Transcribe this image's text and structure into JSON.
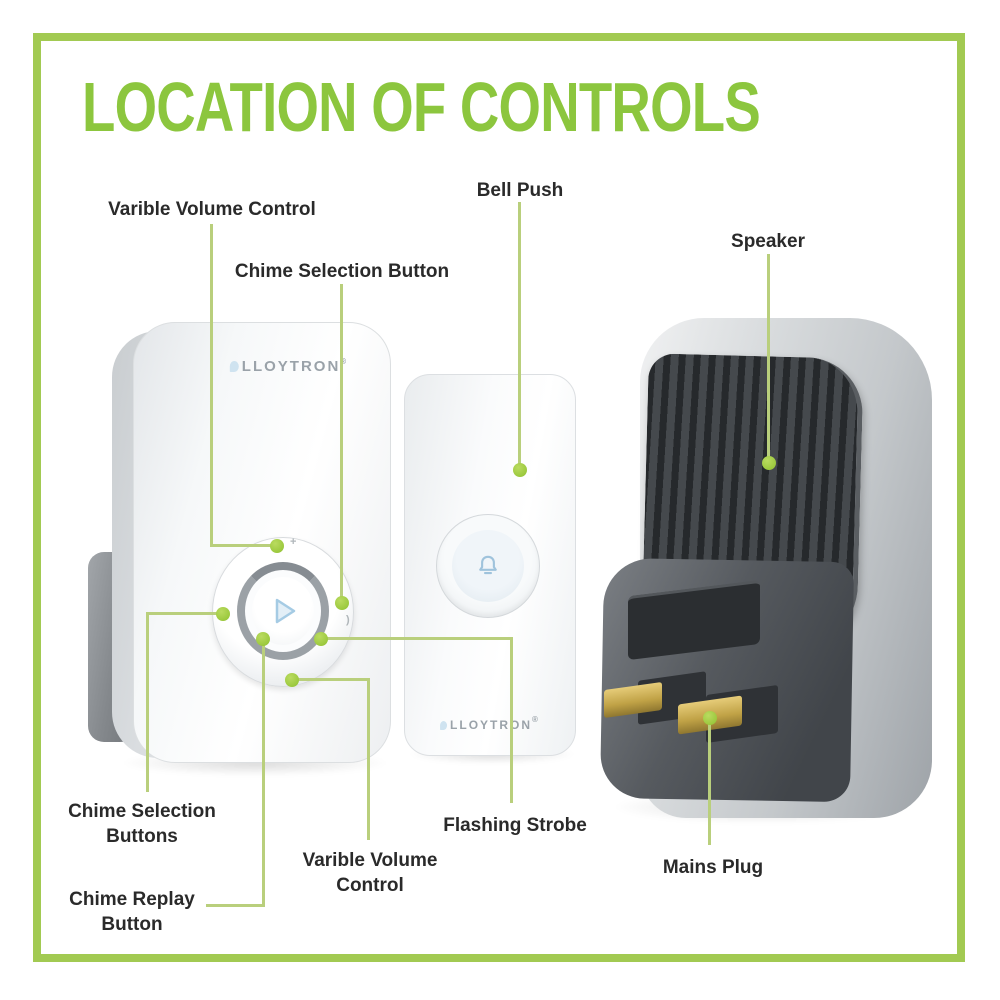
{
  "title": "LOCATION OF CONTROLS",
  "brand": {
    "name": "LLOYTRON",
    "mark": "®"
  },
  "colors": {
    "accent_green": "#8cc63e",
    "border_green": "#a2ca52",
    "line_green": "#b9cf7c",
    "dot_green": "#9cc93e",
    "label_color": "#2a2a2a"
  },
  "callouts": {
    "variable_volume_top": "Varible Volume Control",
    "chime_selection_button": "Chime Selection Button",
    "bell_push": "Bell Push",
    "speaker": "Speaker",
    "chime_selection_buttons": "Chime Selection Buttons",
    "chime_replay_button": "Chime Replay Button",
    "variable_volume_bottom": "Varible Volume Control",
    "flashing_strobe": "Flashing Strobe",
    "mains_plug": "Mains Plug"
  }
}
